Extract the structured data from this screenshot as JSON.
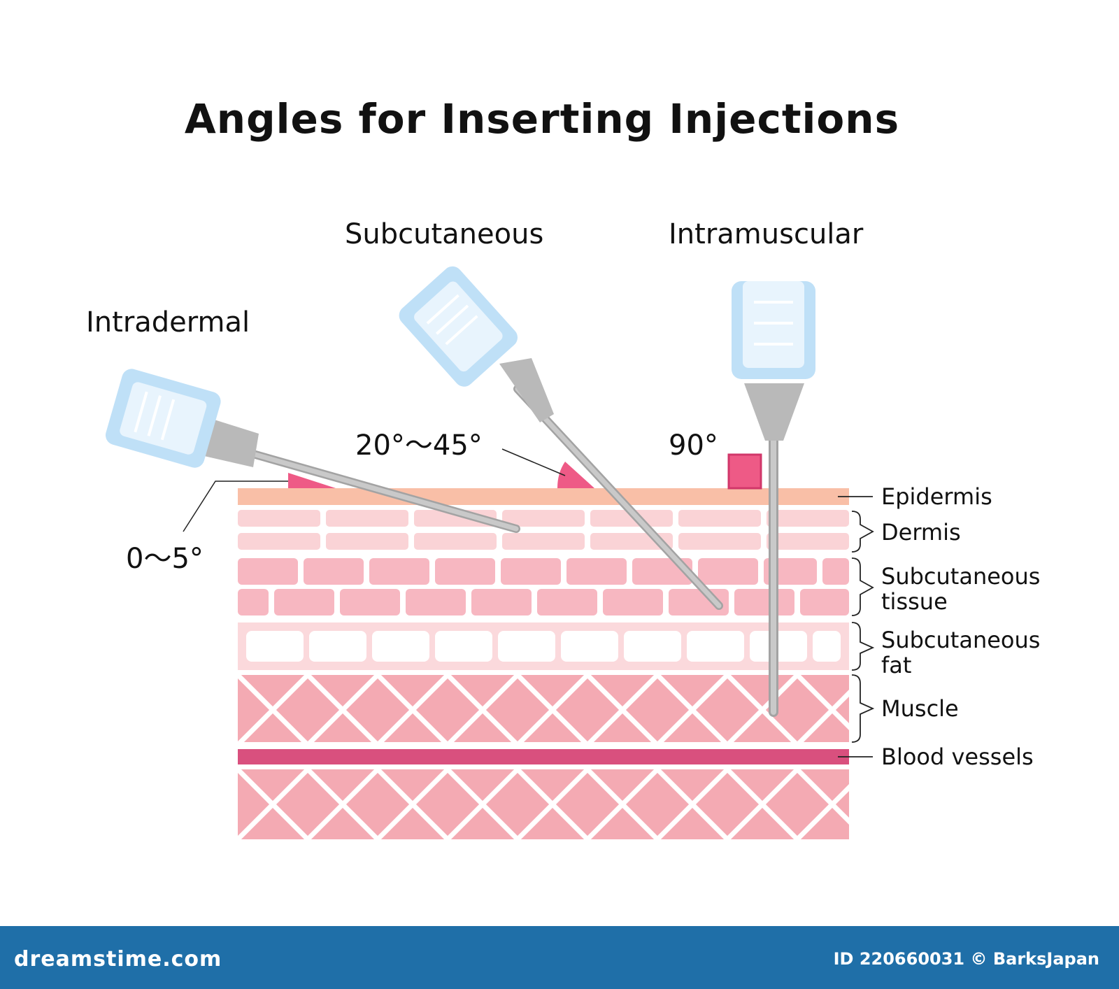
{
  "title": "Angles for Inserting Injections",
  "injections": [
    {
      "label": "Intradermal",
      "angle": "0〜5°"
    },
    {
      "label": "Subcutaneous",
      "angle": "20°〜45°"
    },
    {
      "label": "Intramuscular",
      "angle": "90°"
    }
  ],
  "layers": [
    {
      "label": "Epidermis"
    },
    {
      "label": "Dermis"
    },
    {
      "label": "Subcutaneous tissue"
    },
    {
      "label": "Subcutaneous fat"
    },
    {
      "label": "Muscle"
    },
    {
      "label": "Blood vessels"
    }
  ],
  "footer": {
    "brand": "dreamstime.com",
    "credit": "ID 220660031 © BarksJapan"
  },
  "colors": {
    "epidermis": "#f9bfa7",
    "dermis": "#fad3d6",
    "subcutaneous_tissue": "#f7b7c1",
    "fat": "#fbd9dc",
    "muscle": "#f4aab3",
    "blood_vessel": "#d9507e",
    "angle_marker": "#ee5a86",
    "syringe": "#bfe0f7",
    "needle": "#b5b5b5",
    "footer": "#1f6fa8"
  }
}
